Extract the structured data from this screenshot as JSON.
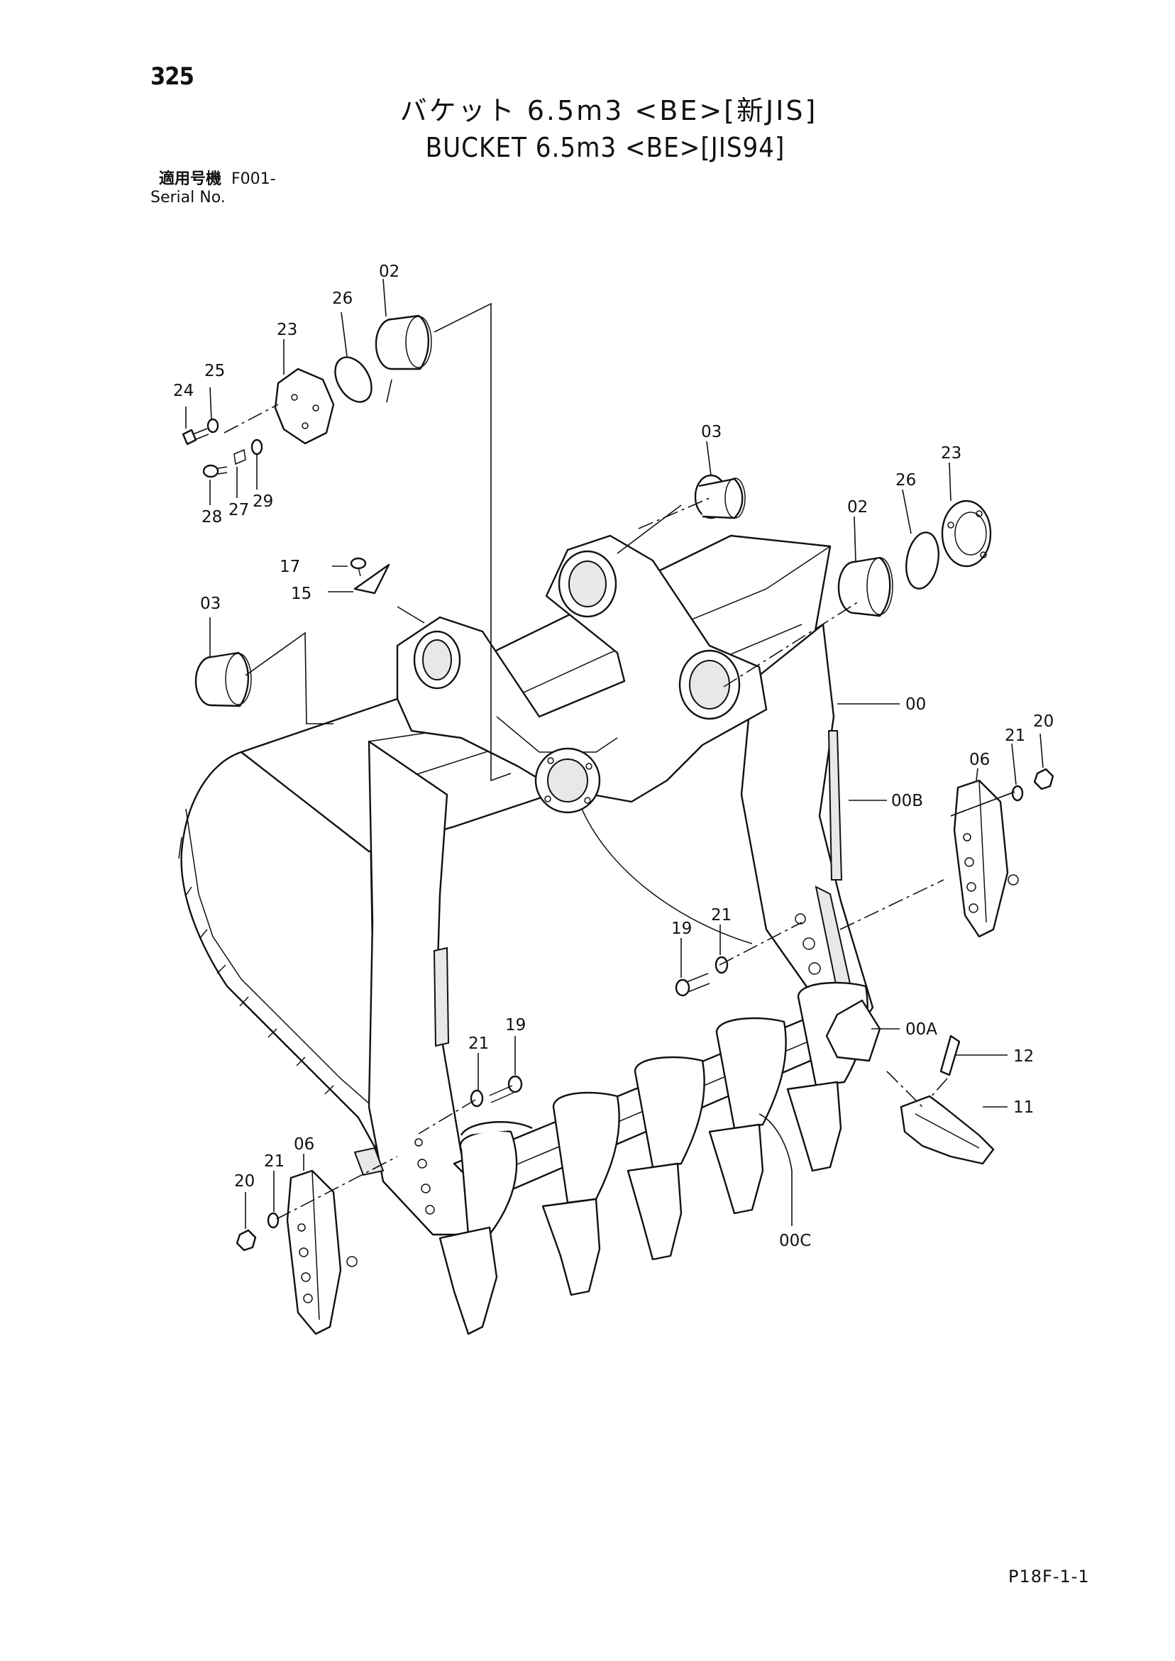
{
  "page_number": "325",
  "title": {
    "jp": "バケット 6.5m3 <BE>[新JIS]",
    "en": "BUCKET 6.5m3 <BE>[JIS94]"
  },
  "serial": {
    "label_jp": "適用号機",
    "value": "F001-",
    "label_en": "Serial No."
  },
  "diagram_code": "P18F-1-1",
  "callouts": {
    "c02_top": "02",
    "c26_top": "26",
    "c23_top": "23",
    "c25": "25",
    "c24": "24",
    "c28": "28",
    "c27": "27",
    "c29": "29",
    "c17": "17",
    "c15": "15",
    "c03_left": "03",
    "c03_top": "03",
    "c23_right": "23",
    "c26_right": "26",
    "c02_right": "02",
    "c00": "00",
    "c00B": "00B",
    "c21_rt": "21",
    "c20_rt": "20",
    "c06_rt": "06",
    "c21_mid": "21",
    "c19_mid": "19",
    "c00A": "00A",
    "c12": "12",
    "c11": "11",
    "c21_lo": "21",
    "c19_lo": "19",
    "c20_lb": "20",
    "c21_lb": "21",
    "c06_lb": "06",
    "c00C": "00C"
  }
}
